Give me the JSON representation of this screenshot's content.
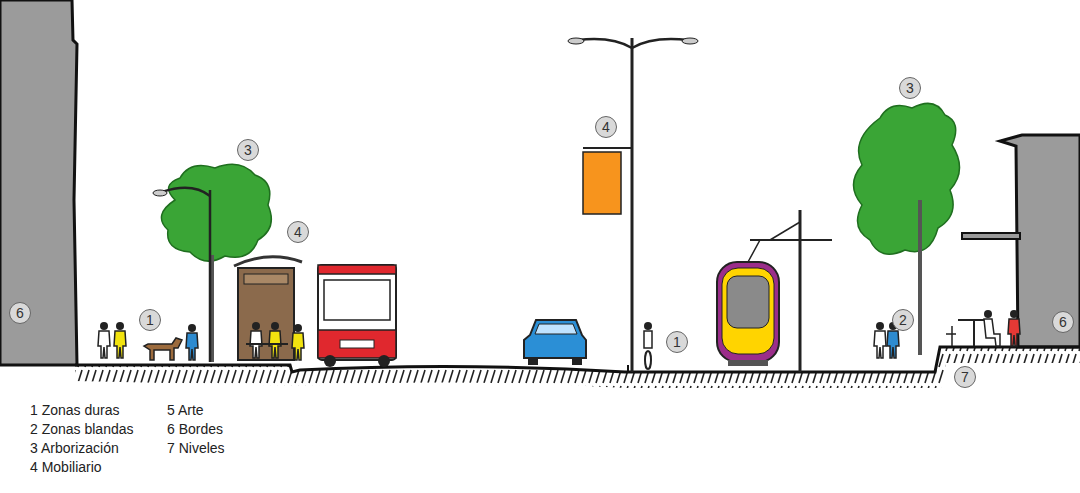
{
  "diagram": {
    "nodes": [
      {
        "text": [
          "3"
        ]
      },
      {
        "text": [
          "4"
        ]
      },
      {
        "text": [
          "3"
        ]
      },
      {
        "text": [
          "4"
        ]
      },
      {
        "text": [
          "6"
        ]
      },
      {
        "text": [
          "1"
        ]
      },
      {
        "text": [
          "2"
        ]
      },
      {
        "text": [
          "6"
        ]
      },
      {
        "text": [
          "1"
        ]
      },
      {
        "text": [
          "7"
        ]
      }
    ],
    "labels": [
      "1 Zonas duras",
      "2 Zonas blandas",
      "3 Arborización",
      "4 Mobiliario",
      "5 Arte",
      "6 Bordes",
      "7 Niveles"
    ]
  }
}
